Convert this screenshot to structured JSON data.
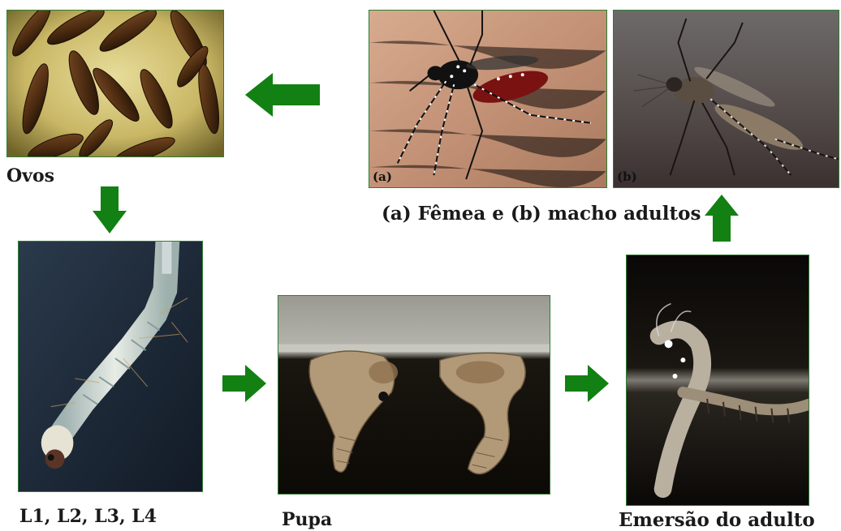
{
  "labels": {
    "eggs": "Ovos",
    "adults": "(a) Fêmea e (b) macho adultos",
    "larva": "L1, L2, L3, L4",
    "pupa": "Pupa",
    "emergence": "Emersão do adulto",
    "female_tag": "(a)",
    "male_tag": "(b)"
  },
  "colors": {
    "arrow": "#128012",
    "frame": "#2e7d32"
  }
}
